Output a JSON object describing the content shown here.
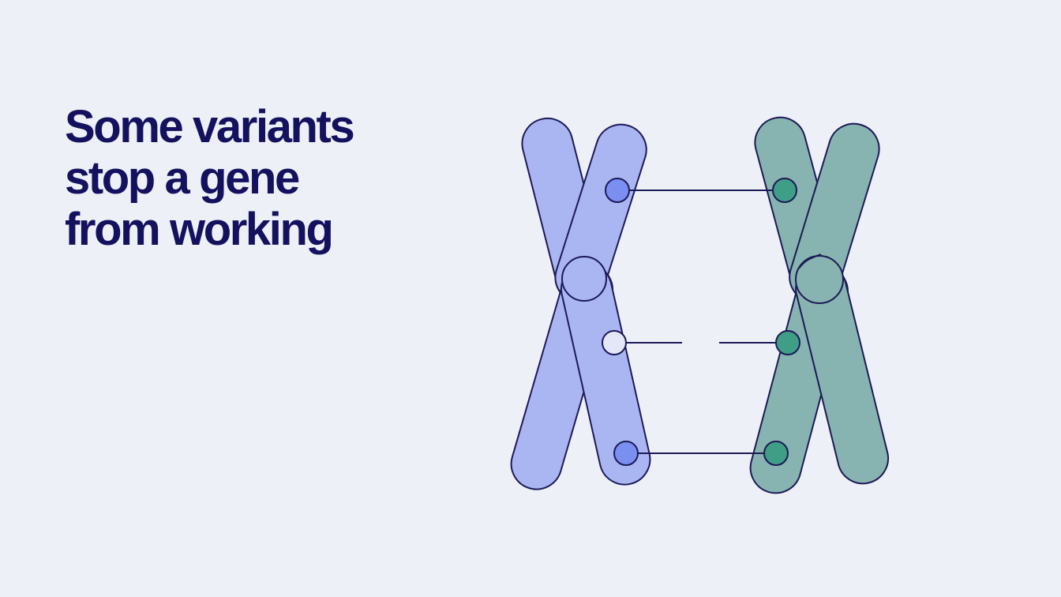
{
  "headline": {
    "lines": [
      "Some variants",
      "stop a gene",
      "from working"
    ]
  },
  "colors": {
    "background": "#edf0f7",
    "text": "#14115e",
    "outline": "#1c1a57",
    "chromosome_left_fill": "#a9b6f2",
    "chromosome_right_fill": "#87b3b0",
    "gene_left_fill": "#7a8ff0",
    "gene_left_variant_fill": "#e3e7f7",
    "gene_right_fill": "#3f9e86"
  },
  "diagram": {
    "chromosomes": [
      {
        "name": "left-chromosome",
        "kind": "chromosome"
      },
      {
        "name": "right-chromosome",
        "kind": "chromosome"
      }
    ],
    "gene_pairs": [
      {
        "name": "top",
        "linked": true,
        "left_state": "normal"
      },
      {
        "name": "middle",
        "linked": false,
        "left_state": "variant"
      },
      {
        "name": "bottom",
        "linked": true,
        "left_state": "normal"
      }
    ]
  }
}
